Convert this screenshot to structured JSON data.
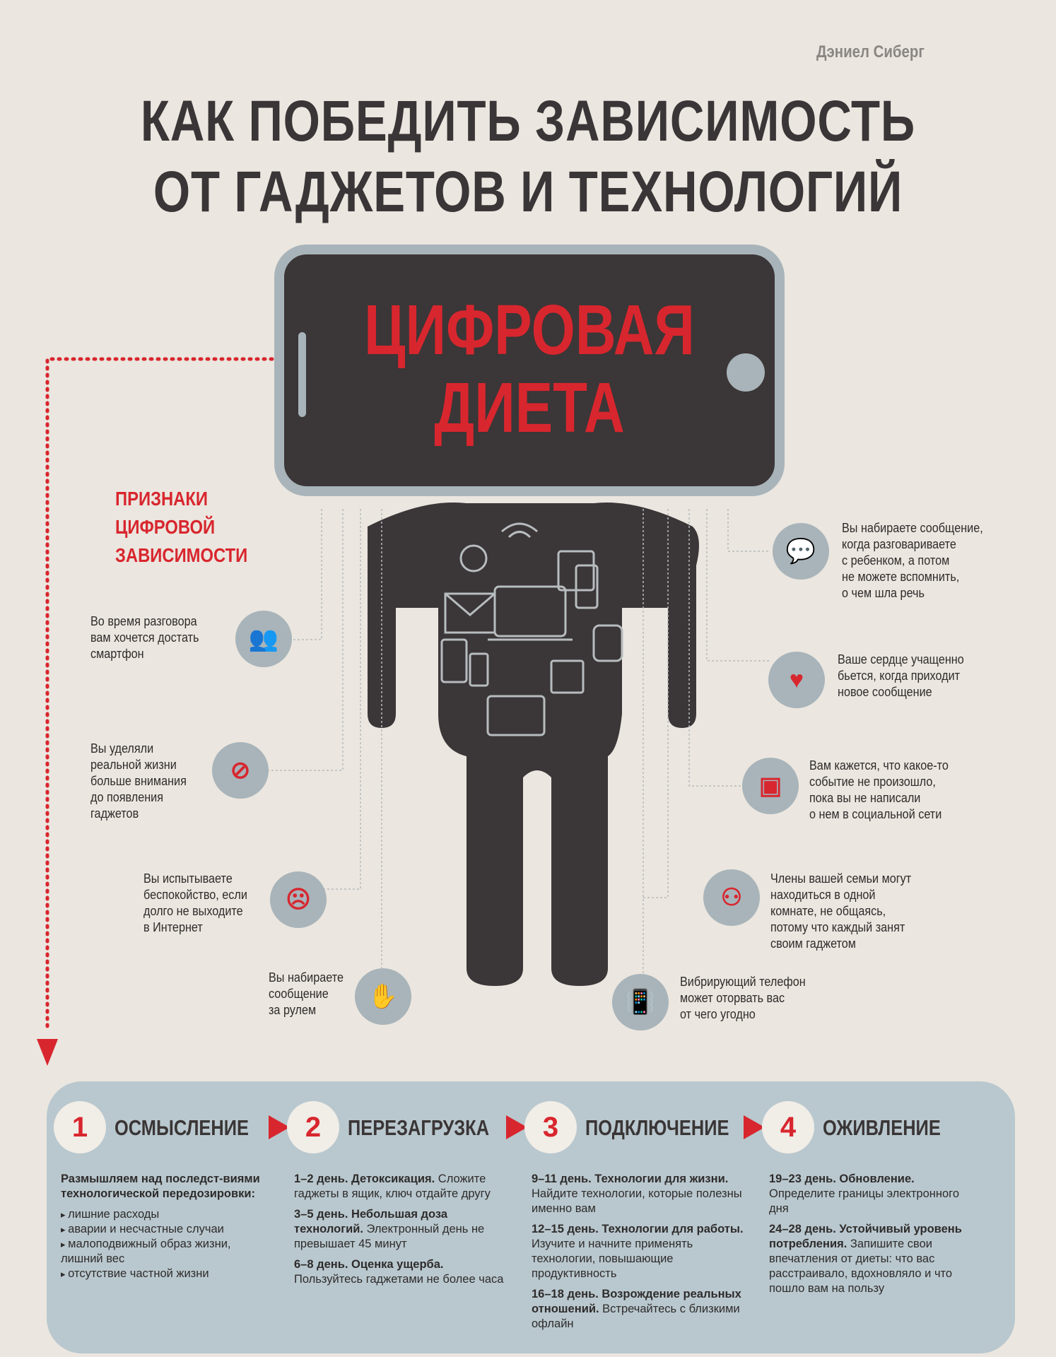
{
  "author": "Дэниел Сиберг",
  "title": {
    "line1": "КАК ПОБЕДИТЬ ЗАВИСИМОСТЬ",
    "line2": "ОТ ГАДЖЕТОВ И ТЕХНОЛОГИЙ"
  },
  "phone_head": {
    "line1": "ЦИФРОВАЯ",
    "line2": "ДИЕТА"
  },
  "signs_title": [
    "ПРИЗНАКИ",
    "ЦИФРОВОЙ",
    "ЗАВИСИМОСТИ"
  ],
  "signs": [
    {
      "text": "Во время разговора\nвам хочется достать\nсмартфон",
      "icon": "two-people-talking-icon"
    },
    {
      "text": "Вы уделяли\nреальной жизни\nбольше внимания\nдо появления\nгаджетов",
      "icon": "people-no-gadgets-icon"
    },
    {
      "text": "Вы испытываете\nбеспокойство, если\nдолго не выходите\nв Интернет",
      "icon": "no-internet-sad-icon"
    },
    {
      "text": "Вы набираете\nсообщение\nза рулем",
      "icon": "texting-while-driving-icon"
    },
    {
      "text": "Вы набираете сообщение,\nкогда разговариваете\nс ребенком, а потом\nне можете вспомнить,\nо чем шла речь",
      "icon": "parent-child-icon"
    },
    {
      "text": "Ваше сердце учащенно\nбьется, когда приходит\nновое сообщение",
      "icon": "heart-message-icon"
    },
    {
      "text": "Вам кажется, что какое-то\nсобытие не произошло,\nпока вы не написали\nо нем в социальной сети",
      "icon": "tablet-photo-icon"
    },
    {
      "text": "Члены вашей семьи могут\nнаходиться в одной\nкомнате, не общаясь,\nпотому что каждый занят\nсвоим гаджетом",
      "icon": "family-gadgets-icon"
    },
    {
      "text": "Вибрирующий телефон\nможет оторвать вас\nот чего угодно",
      "icon": "vibrating-phone-icon"
    }
  ],
  "steps": [
    {
      "num": "1",
      "name": "ОСМЫСЛЕНИЕ",
      "intro": "Размышляем над последст-виями технологической передозировки:",
      "items": [
        "лишние расходы",
        "аварии и несчастные случаи",
        "малоподвижный образ жизни, лишний вес",
        "отсутствие частной жизни"
      ]
    },
    {
      "num": "2",
      "name": "ПЕРЕЗАГРУЗКА",
      "entries": [
        {
          "head": "1–2 день. Детоксикация.",
          "body": "Сложите гаджеты в ящик, ключ отдайте другу"
        },
        {
          "head": "3–5 день. Небольшая доза технологий.",
          "body": "Электронный день не превышает 45 минут"
        },
        {
          "head": "6–8 день. Оценка ущерба.",
          "body": "Пользуйтесь гаджетами не более часа"
        }
      ]
    },
    {
      "num": "3",
      "name": "ПОДКЛЮЧЕНИЕ",
      "entries": [
        {
          "head": "9–11 день. Технологии для жизни.",
          "body": "Найдите технологии, которые полезны именно вам"
        },
        {
          "head": "12–15 день. Технологии для работы.",
          "body": "Изучите и начните применять технологии, повышающие продуктивность"
        },
        {
          "head": "16–18 день. Возрождение реальных отношений.",
          "body": "Встречайтесь с близкими офлайн"
        }
      ]
    },
    {
      "num": "4",
      "name": "ОЖИВЛЕНИЕ",
      "entries": [
        {
          "head": "19–23 день. Обновление.",
          "body": "Определите границы электронного дня"
        },
        {
          "head": "24–28 день. Устойчивый уровень потребления.",
          "body": "Запишите свои впечатления от диеты: что вас расстраивало, вдохновляло и что пошло вам на пользу"
        }
      ]
    }
  ],
  "colors": {
    "red": "#d8262e",
    "dark": "#3b3637",
    "gray": "#a8b4ba",
    "panel": "#b9c8ce"
  }
}
